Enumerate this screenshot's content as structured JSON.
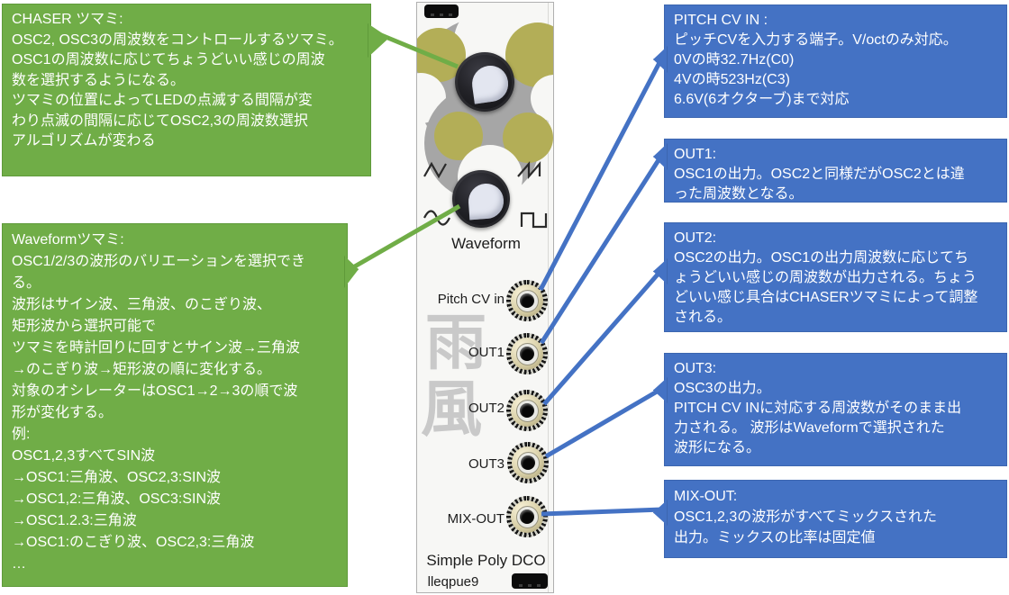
{
  "colors": {
    "callout_green": "#70ad47",
    "callout_blue": "#4472c4",
    "panel_background": "#f7f7f5",
    "art_olive": "#b3ae57",
    "art_gray": "#a6a6a6",
    "watermark_gray": "#c9c9c9"
  },
  "left_callouts": [
    {
      "title": "CHASER ツマミ:",
      "body": "OSC2, OSC3の周波数をコントロールするツマミ。\nOSC1の周波数に応じてちょうどいい感じの周波\n数を選択するようになる。\nツマミの位置によってLEDの点滅する間隔が変\nわり点滅の間隔に応じてOSC2,3の周波数選択\nアルゴリズムが変わる"
    },
    {
      "title": "Waveformツマミ:",
      "body": "OSC1/2/3の波形のバリエーションを選択でき\nる。\n波形はサイン波、三角波、のこぎり波、\n矩形波から選択可能で\nツマミを時計回りに回すとサイン波→三角波\n→のこぎり波→矩形波の順に変化する。\n対象のオシレーターはOSC1→2→3の順で波\n形が変化する。\n例:\nOSC1,2,3すべてSIN波\n→OSC1:三角波、OSC2,3:SIN波\n→OSC1,2:三角波、OSC3:SIN波\n→OSC1.2.3:三角波\n→OSC1:のこぎり波、OSC2,3:三角波\n…"
    }
  ],
  "right_callouts": [
    {
      "title": "PITCH CV IN :",
      "body": "ピッチCVを入力する端子。V/octのみ対応。\n0Vの時32.7Hz(C0)\n4Vの時523Hz(C3)\n6.6V(6オクターブ)まで対応"
    },
    {
      "title": "OUT1:",
      "body": "OSC1の出力。OSC2と同様だがOSC2とは違\nった周波数となる。"
    },
    {
      "title": "OUT2:",
      "body": "OSC2の出力。OSC1の出力周波数に応じてち\nょうどいい感じの周波数が出力される。ちょう\nどいい感じ具合はCHASERツマミによって調整\nされる。"
    },
    {
      "title": "OUT3:",
      "body": "OSC3の出力。\nPITCH CV INに対応する周波数がそのまま出\n力される。 波形はWaveformで選択された\n波形になる。"
    },
    {
      "title": "MIX-OUT:",
      "body": "OSC1,2,3の波形がすべてミックスされた\n出力。ミックスの比率は固定値"
    }
  ],
  "module": {
    "title": "Simple Poly DCO",
    "author": "lleqpue9",
    "knob_labels": {
      "waveform": "Waveform"
    },
    "jack_labels": {
      "pitch_cv": "Pitch CV in",
      "out1": "OUT1",
      "out2": "OUT2",
      "out3": "OUT3",
      "mix_out": "MIX-OUT"
    },
    "watermark": {
      "top": "雨",
      "bottom": "風"
    },
    "waveform_icons": [
      "triangle-wave",
      "saw-wave",
      "sine-wave",
      "square-wave"
    ]
  }
}
